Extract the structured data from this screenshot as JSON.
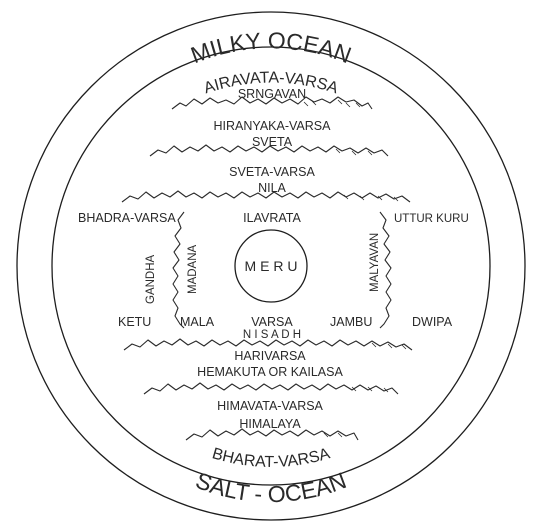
{
  "oceans": {
    "outer_top": "MILKY OCEAN",
    "outer_bottom": "SALT - OCEAN"
  },
  "varsas": {
    "north_outer": "AIRAVATA-VARSA",
    "south_outer": "BHARAT-VARSA",
    "hiranyaka": "HIRANYAKA-VARSA",
    "sveta_varsa": "SVETA-VARSA",
    "ilavrata": "ILAVRATA",
    "bhadra": "BHADRA-VARSA",
    "uttur_kuru": "UTTUR KURU",
    "harivarsa": "HARIVARSA",
    "himavata": "HIMAVATA-VARSA",
    "varsa": "VARSA",
    "ketu": "KETU",
    "dwipa": "DWIPA"
  },
  "mountains": {
    "srngavan": "SRNGAVAN",
    "sveta": "SVETA",
    "nila": "NILA",
    "nisadh": "N  I  S  A  D  H",
    "hemakuta": "HEMAKUTA OR KAILASA",
    "himalaya": "HIMALAYA",
    "gandha": "GANDHA",
    "madana": "MADANA",
    "malyavan": "MALYAVAN",
    "mala": "MALA",
    "jambu": "JAMBU"
  },
  "center": {
    "meru": "M E R U"
  }
}
